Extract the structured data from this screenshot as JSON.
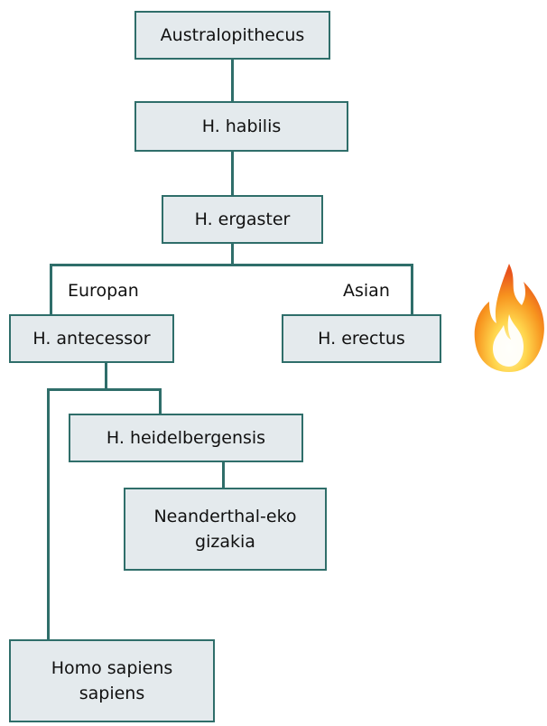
{
  "diagram": {
    "nodes": {
      "australopithecus": "Australopithecus",
      "habilis": "H. habilis",
      "ergaster": "H. ergaster",
      "antecessor": "H. antecessor",
      "erectus": "H. erectus",
      "heidelbergensis": "H. heidelbergensis",
      "neanderthal": [
        "Neanderthal-eko",
        "gizakia"
      ],
      "sapiens": [
        "Homo sapiens",
        "sapiens"
      ]
    },
    "branch_labels": {
      "europan": "Europan",
      "asian": "Asian"
    }
  },
  "decoration": {
    "icon": "fire-icon"
  },
  "colors": {
    "box_fill": "#e4eaed",
    "box_border": "#2f6e6a",
    "line": "#2f6e6a",
    "fire_outer": "#f08a1a",
    "fire_inner": "#ffd64d"
  }
}
